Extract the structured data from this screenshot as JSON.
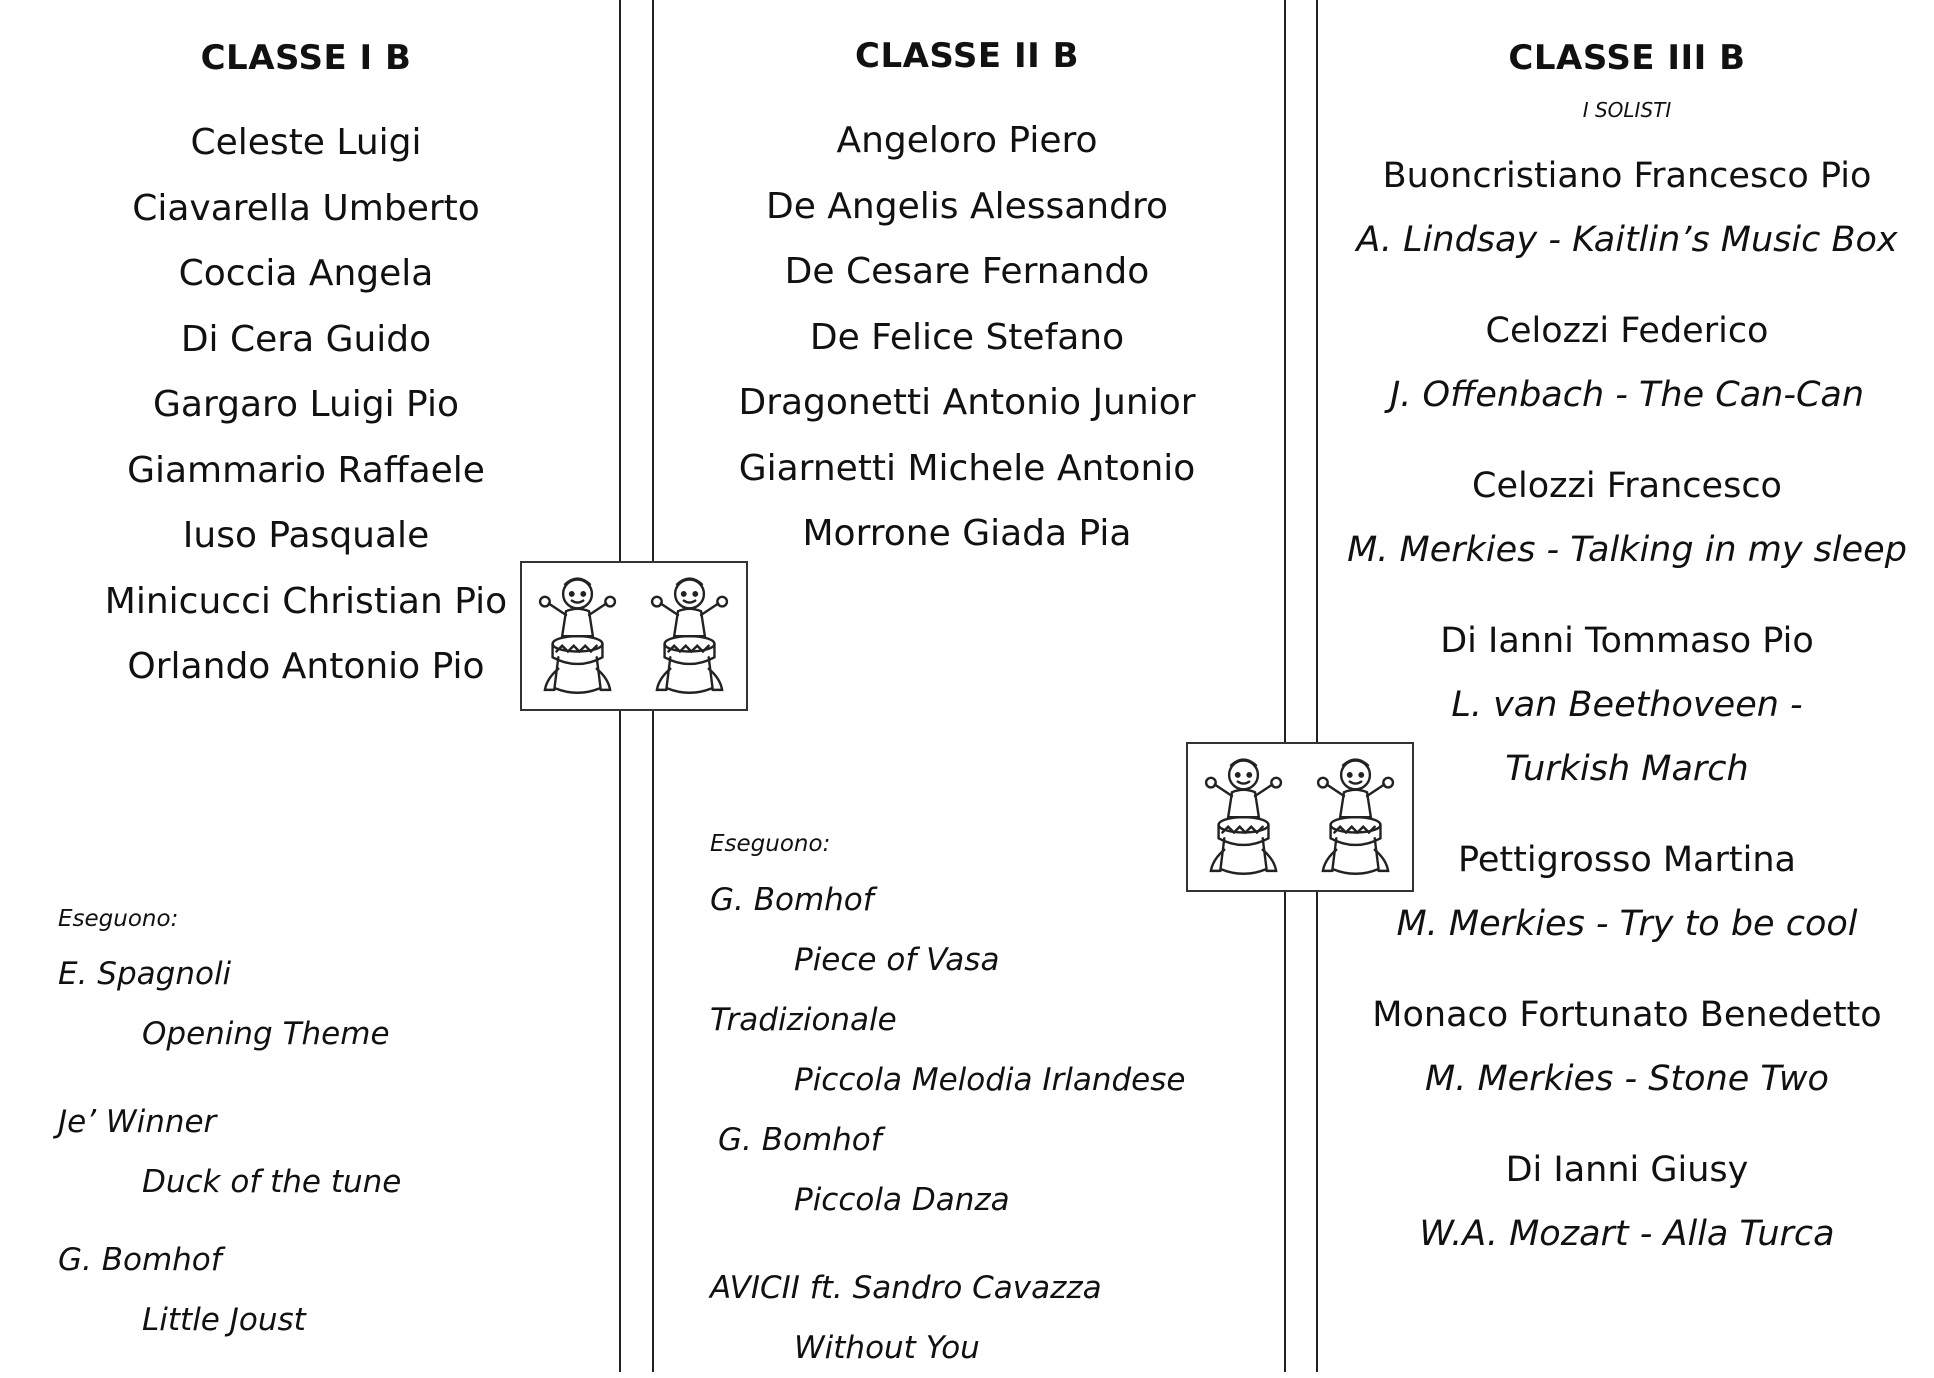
{
  "class_1": {
    "title": "CLASSE I B",
    "students": [
      "Celeste Luigi",
      "Ciavarella Umberto",
      "Coccia Angela",
      "Di Cera Guido",
      "Gargaro Luigi Pio",
      "Giammario Raffaele",
      "Iuso Pasquale",
      "Minicucci Christian Pio",
      "Orlando Antonio Pio"
    ],
    "performs_label": "Eseguono:",
    "pieces": [
      "E. Spagnoli",
      "Opening Theme",
      "Je’ Winner",
      "Duck of the tune",
      "G. Bomhof",
      "Little Joust"
    ]
  },
  "class_2": {
    "title": "CLASSE II B",
    "students": [
      "Angeloro Piero",
      "De Angelis Alessandro",
      "De Cesare Fernando",
      "De Felice Stefano",
      "Dragonetti Antonio Junior",
      "Giarnetti Michele Antonio",
      "Morrone Giada Pia"
    ],
    "performs_label": "Eseguono:",
    "pieces": [
      "G. Bomhof",
      "Piece of Vasa",
      "Tradizionale",
      "Piccola Melodia Irlandese",
      "G. Bomhof",
      "Piccola Danza",
      "AVICII ft. Sandro Cavazza",
      "Without You"
    ]
  },
  "class_3": {
    "title": "CLASSE III B",
    "subtitle": "I SOLISTI",
    "soloists": [
      {
        "name": "Buoncristiano Francesco Pio",
        "piece": "A. Lindsay - Kaitlin’s Music Box"
      },
      {
        "name": "Celozzi Federico",
        "piece": "J. Offenbach  - The Can-Can"
      },
      {
        "name": "Celozzi Francesco",
        "piece": "M. Merkies - Talking in my sleep"
      },
      {
        "name": "Di Ianni Tommaso Pio",
        "piece": "L. van Beethoveen -",
        "piece_line2": "Turkish March"
      },
      {
        "name": "Pettigrosso Martina",
        "piece": "M. Merkies  - Try to be cool"
      },
      {
        "name": "Monaco Fortunato Benedetto",
        "piece": "M. Merkies - Stone Two"
      },
      {
        "name": "Di Ianni Giusy",
        "piece": "W.A. Mozart - Alla Turca"
      }
    ]
  },
  "decorations": {
    "icon": "drummer-child-icon",
    "line_color": "#222222"
  }
}
